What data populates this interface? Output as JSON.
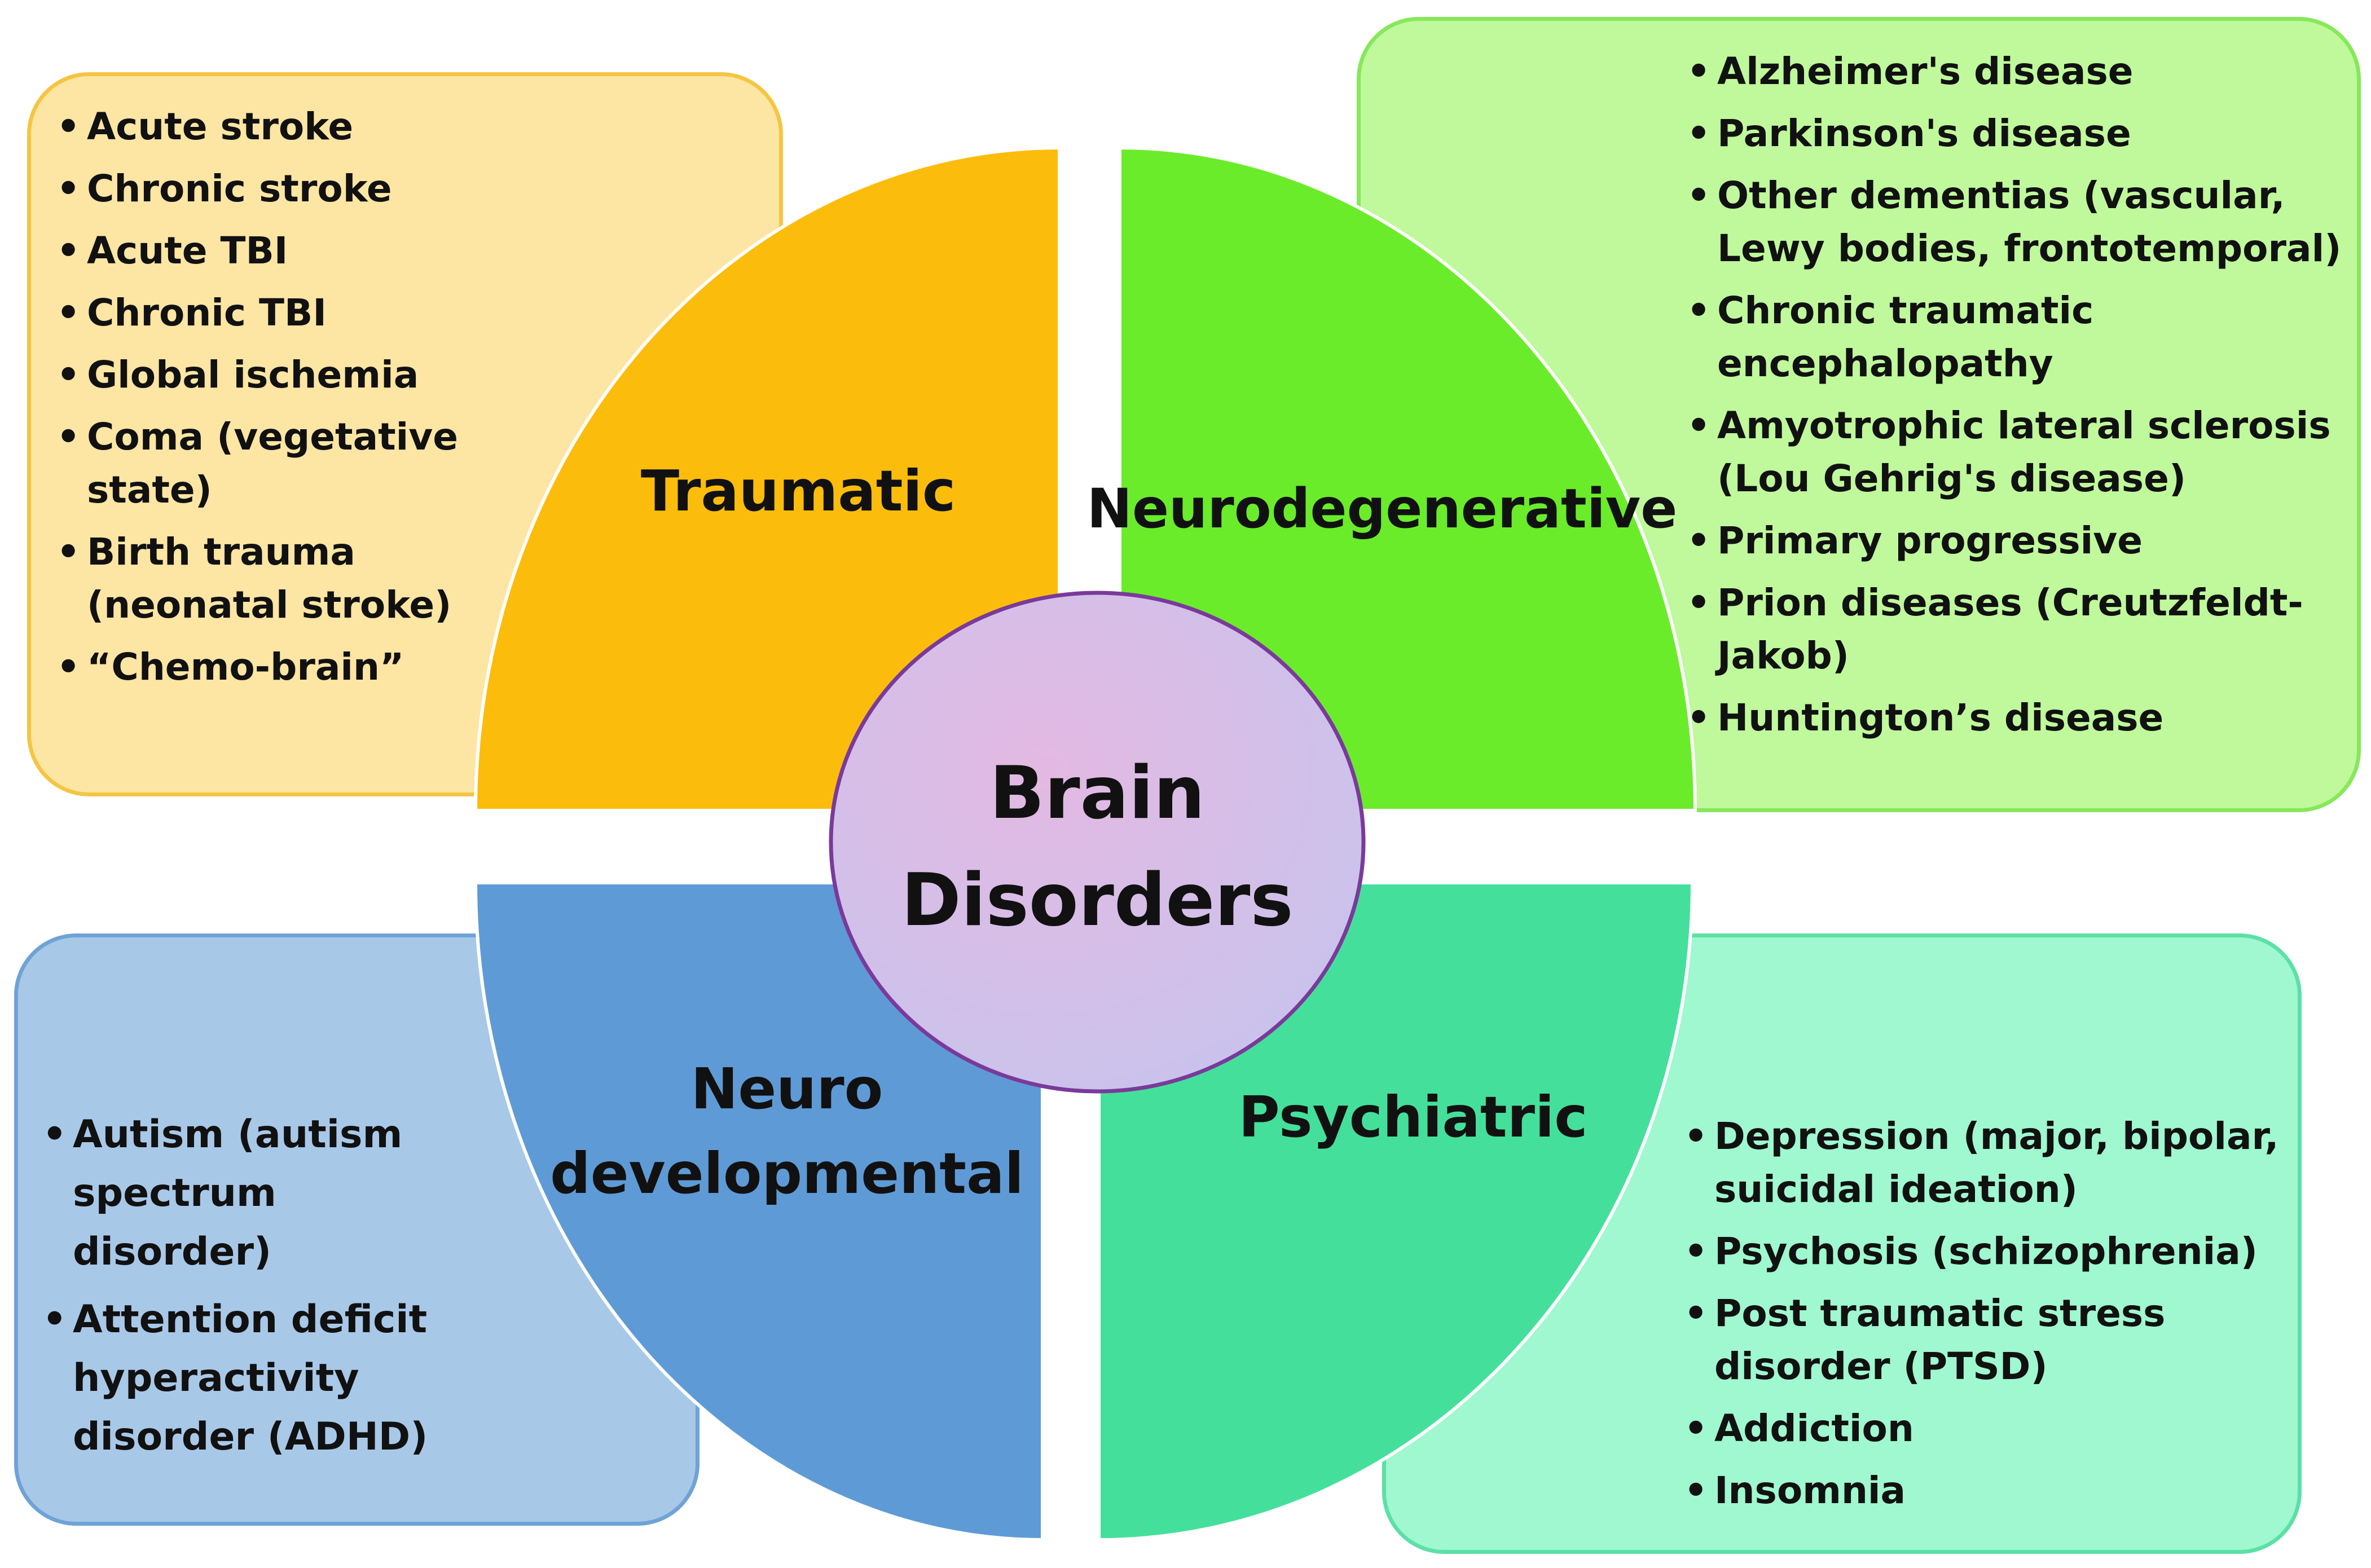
{
  "center": {
    "line1": "Brain",
    "line2": "Disorders"
  },
  "quadrants": {
    "traumatic": {
      "label": "Traumatic",
      "color": "#fcbc0c",
      "items": [
        "Acute stroke",
        "Chronic stroke",
        "Acute TBI",
        "Chronic TBI",
        "Global ischemia",
        " Coma (vegetative state)",
        "Birth trauma (neonatal stroke)",
        "“Chemo-brain”"
      ]
    },
    "neurodegenerative": {
      "label": "Neurodegenerative",
      "color": "#6aec2a",
      "items": [
        "Alzheimer's disease",
        "Parkinson's disease",
        "Other dementias (vascular, Lewy bodies, frontotemporal)",
        " Chronic traumatic encephalopathy",
        "Amyotrophic lateral sclerosis (Lou Gehrig's disease)",
        "Primary progressive",
        "Prion diseases (Creutzfeldt-Jakob)",
        "Huntington’s disease"
      ]
    },
    "neurodevelopmental": {
      "label_line1": "Neuro",
      "label_line2": "developmental",
      "color": "#5e9bd6",
      "items": [
        "Autism (autism spectrum disorder)",
        "Attention deficit hyperactivity disorder (ADHD)"
      ]
    },
    "psychiatric": {
      "label": "Psychiatric",
      "color": "#44e09b",
      "items": [
        "Depression (major, bipolar, suicidal ideation)",
        "Psychosis (schizophrenia)",
        "Post traumatic stress disorder (PTSD)",
        "Addiction",
        "Insomnia"
      ]
    }
  }
}
